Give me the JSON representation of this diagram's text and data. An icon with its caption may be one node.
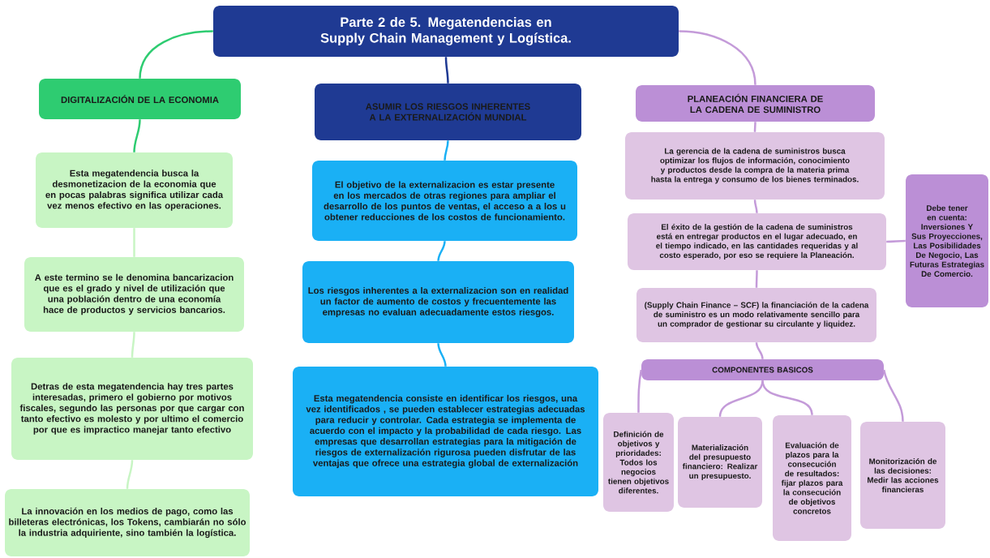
{
  "diagram": {
    "nodes": [
      {
        "text": [
          "Parte 2 de 5. Megatendencias en Supply Chain Management y Logística."
        ]
      },
      {
        "text": [
          "DIGITALIZACIÓN DE LA ECONOMIA"
        ]
      },
      {
        "text": [
          "Esta megatendencia busca la desmonetizacion de la economia que en pocas palabras significa utilizar cada vez menos efectivo en las operaciones."
        ]
      },
      {
        "text": [
          "A este termino se le denomina bancarizacion que es el grado y nivel de utilización que una población dentro de una economía hace de productos y servicios bancarios."
        ]
      },
      {
        "text": [
          "Detras de esta megatendencia hay tres partes interesadas, primero el gobierno por motivos fiscales, segundo las personas por que cargar con tanto efectivo es molesto y por ultimo el comercio por que es impractico manejar tanto efectivo"
        ]
      },
      {
        "text": [
          "La innovación en los medios de pago, como las billeteras electrónicas, los Tokens, cambiarán no sólo la industria adquiriente, sino también la logística."
        ]
      },
      {
        "text": [
          "ASUMIR LOS RIESGOS INHERENTES A LA EXTERNALIZACIÓN MUNDIAL"
        ]
      },
      {
        "text": [
          "El objetivo de la externalizacion es estar presente en los mercados de otras regiones para ampliar el desarrollo de los puntos de ventas, el acceso a a los u obtener reducciones de los costos de funcionamiento."
        ]
      },
      {
        "text": [
          "Los riesgos inherentes a la externalizacion son en realidad un factor de aumento de costos y frecuentemente las empresas no evaluan adecuadamente estos riesgos."
        ]
      },
      {
        "text": [
          "Esta megatendencia consiste en identificar los riesgos, una vez identificados , se pueden establecer estrategias adecuadas para reducir y controlar. Cada estrategia se implementa de acuerdo con el impacto y la probabilidad de cada riesgo. Las empresas que desarrollan estrategias para la mitigación de riesgos de externalización rigurosa pueden disfrutar de las ventajas que ofrece una estrategia global de externalización"
        ]
      },
      {
        "text": [
          "PLANEACIÓN FINANCIERA DE LA CADENA DE SUMINISTRO"
        ]
      },
      {
        "text": [
          "La gerencia de la cadena de suministros busca optimizar los flujos de información, conocimiento y productos desde la compra de la materia prima hasta la entrega y consumo de los bienes terminados."
        ]
      },
      {
        "text": [
          "El éxito de la gestión de la cadena de suministros está en entregar productos en el lugar adecuado, en el tiempo indicado, en las cantidades requeridas y al costo esperado, por eso se requiere la Planeación."
        ]
      },
      {
        "text": [
          "(Supply Chain Finance – SCF) la financiación de la cadena de suministro es un modo relativamente sencillo para un comprador de gestionar su circulante y liquidez."
        ]
      },
      {
        "text": [
          "Debe tener en cuenta: Inversiones Y Sus Proyecciones, Las Posibilidades De Negocio, Las Futuras Estrategias De Comercio."
        ]
      },
      {
        "text": [
          "COMPONENTES BASICOS"
        ]
      },
      {
        "text": [
          "Definición de objetivos y prioridades: Todos los negocios tienen objetivos diferentes."
        ]
      },
      {
        "text": [
          "Materialización del presupuesto financiero: Realizar un presupuesto."
        ]
      },
      {
        "text": [
          "Evaluación de plazos para la consecución de resultados: fijar plazos para la consecución de objetivos concretos"
        ]
      },
      {
        "text": [
          "Monitorización de las decisiones: Medir las acciones financieras"
        ]
      }
    ],
    "edges": [
      {
        "from": 0,
        "to": 1,
        "arrow": "none",
        "color": "#2ecc71"
      },
      {
        "from": 0,
        "to": 6,
        "arrow": "none",
        "color": "#1f3a93"
      },
      {
        "from": 0,
        "to": 10,
        "arrow": "none"
      },
      {
        "from": 1,
        "to": 2,
        "arrow": "none",
        "color": "#2ecc71"
      },
      {
        "from": 2,
        "to": 3,
        "arrow": "none",
        "color": "#c8f5c4"
      },
      {
        "from": 3,
        "to": 4,
        "arrow": "none",
        "color": "#c8f5c4"
      },
      {
        "from": 4,
        "to": 5,
        "arrow": "none",
        "color": "#c8f5c4"
      },
      {
        "from": 6,
        "to": 7,
        "arrow": "none",
        "color": "#1ab0f5"
      },
      {
        "from": 7,
        "to": 8,
        "arrow": "none",
        "color": "#1ab0f5"
      },
      {
        "from": 8,
        "to": 9,
        "arrow": "none",
        "color": "#1ab0f5"
      },
      {
        "from": 10,
        "to": 11,
        "arrow": "none"
      },
      {
        "from": 11,
        "to": 12,
        "arrow": "none"
      },
      {
        "from": 12,
        "to": 13,
        "arrow": "none"
      },
      {
        "from": 12,
        "to": 14,
        "arrow": "none"
      },
      {
        "from": 13,
        "to": 15,
        "arrow": "none"
      },
      {
        "from": 15,
        "to": 16,
        "arrow": "none"
      },
      {
        "from": 15,
        "to": 17,
        "arrow": "none"
      },
      {
        "from": 15,
        "to": 18,
        "arrow": "none"
      },
      {
        "from": 15,
        "to": 19,
        "arrow": "none"
      }
    ]
  }
}
